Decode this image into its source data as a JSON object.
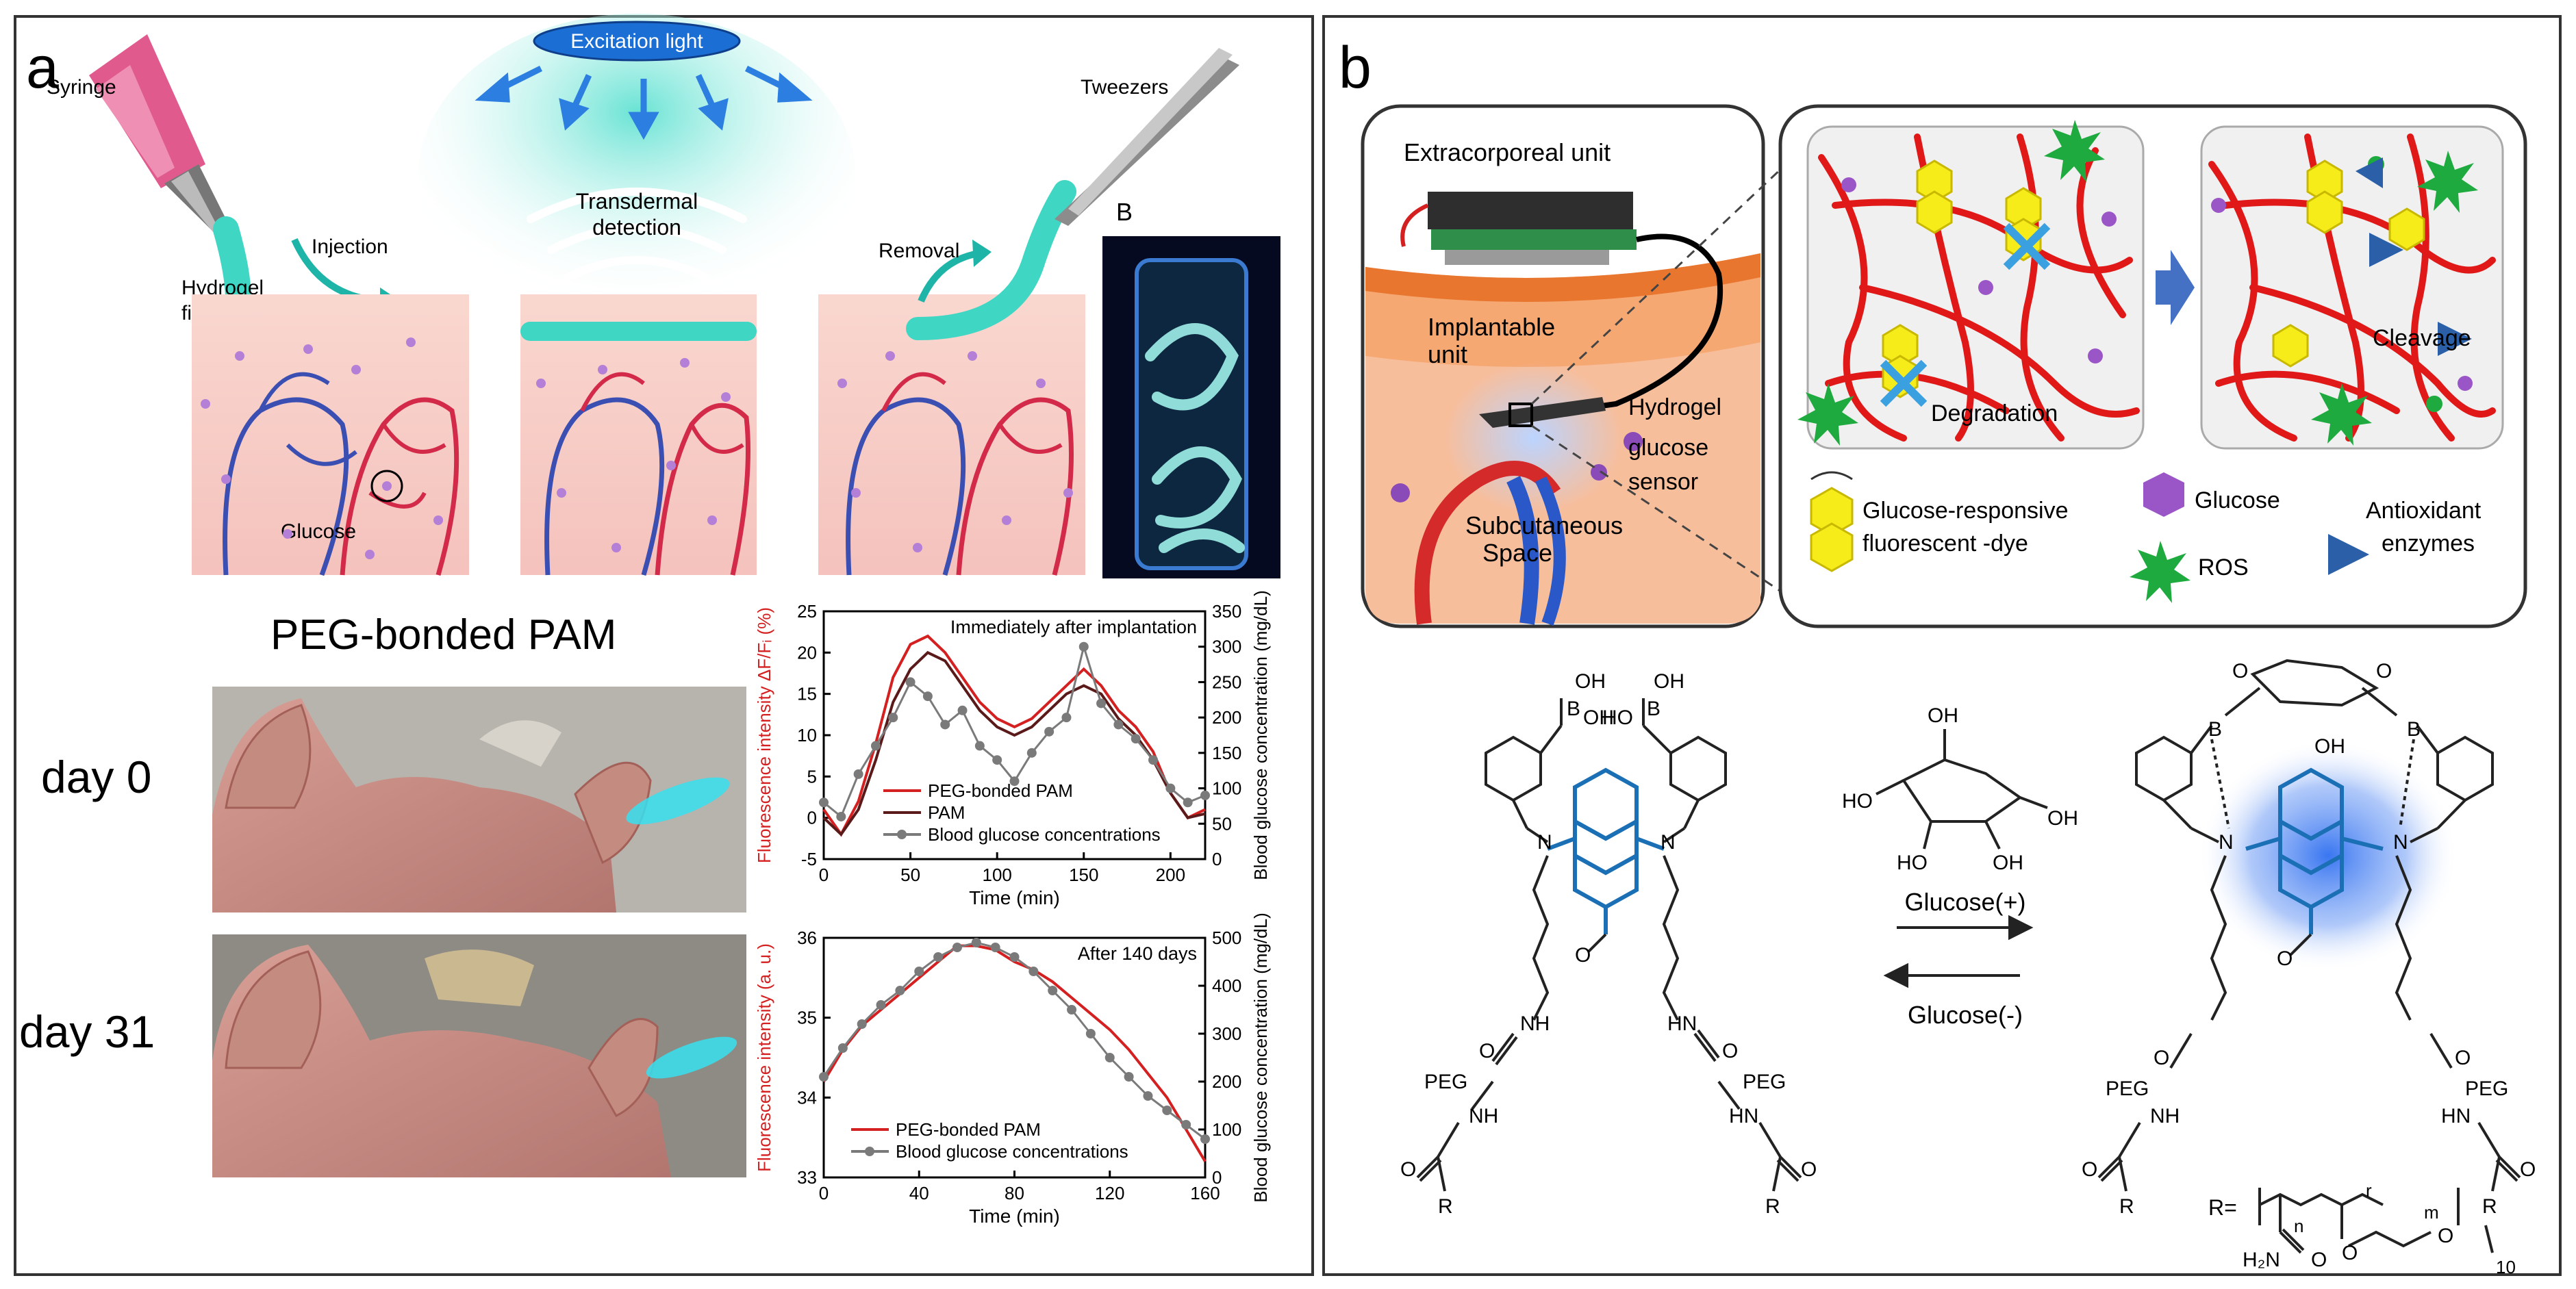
{
  "panel_a": {
    "letter": "a",
    "scheme": {
      "syringe": "Syringe",
      "excitation": "Excitation light",
      "tweezers": "Tweezers",
      "injection": "Injection",
      "hydrogel_fiber": [
        "Hydrogel",
        "fiber"
      ],
      "transdermal": [
        "Transdermal",
        "detection"
      ],
      "removal": "Removal",
      "inset_letter": "B",
      "glucose": "Glucose"
    },
    "photo_title": "PEG-bonded PAM",
    "day0": "day 0",
    "day31": "day 31"
  },
  "panel_b": {
    "letter": "b",
    "extracorporeal": "Extracorporeal unit",
    "implantable": [
      "Implantable",
      "unit"
    ],
    "hydrogel_sensor": [
      "Hydrogel",
      "glucose",
      "sensor"
    ],
    "subcutaneous": [
      "Subcutaneous",
      "Space"
    ],
    "degradation": "Degradation",
    "cleavage": "Cleavage",
    "legend": {
      "dye": [
        "Glucose-responsive",
        "fluorescent -dye"
      ],
      "glucose": "Glucose",
      "ros": "ROS",
      "enzymes": [
        "Antioxidant",
        "enzymes"
      ]
    },
    "chem": {
      "glucose_plus": "Glucose(+)",
      "glucose_minus": "Glucose(-)",
      "B": "B",
      "OH": "OH",
      "HO": "HO",
      "N": "N",
      "NH": "NH",
      "HN": "HN",
      "O": "O",
      "PEG": "PEG",
      "R": "R",
      "R_eq": "R=",
      "H2N": "H₂N",
      "n": "n",
      "m": "m",
      "r": "r",
      "ten": "10"
    }
  },
  "colors": {
    "red": "#d42020",
    "blue": "#1a6fb5",
    "grey": "#7a7a7a",
    "teal": "#3fd6c4"
  },
  "chart_data": [
    {
      "type": "line",
      "title": "Immediately after implantation",
      "xlabel": "Time (min)",
      "ylabel": "Fluorescence intensity ΔF/Fᵢ (%)",
      "y2label": "Blood glucose concentration (mg/dL)",
      "xlim": [
        0,
        220
      ],
      "ylim": [
        -5,
        25
      ],
      "y2lim": [
        0,
        350
      ],
      "xticks": [
        "0",
        "50",
        "100",
        "150",
        "200"
      ],
      "yticks": [
        "-5",
        "0",
        "5",
        "10",
        "15",
        "20",
        "25"
      ],
      "y2ticks": [
        "0",
        "50",
        "100",
        "150",
        "200",
        "250",
        "300",
        "350"
      ],
      "legend_position": "bottom-right",
      "series": [
        {
          "name": "PEG-bonded PAM",
          "color": "#d42020",
          "axis": "left",
          "x": [
            0,
            10,
            20,
            30,
            40,
            50,
            60,
            70,
            80,
            90,
            100,
            110,
            120,
            130,
            140,
            150,
            160,
            170,
            180,
            190,
            200,
            210,
            220
          ],
          "y": [
            1,
            -2,
            2,
            9,
            17,
            21,
            22,
            20,
            17,
            14,
            12,
            11,
            12,
            14,
            16,
            18,
            16,
            13,
            11,
            8,
            3,
            0,
            1
          ]
        },
        {
          "name": "PAM",
          "color": "#5b1a1a",
          "axis": "left",
          "x": [
            0,
            10,
            20,
            30,
            40,
            50,
            60,
            70,
            80,
            90,
            100,
            110,
            120,
            130,
            140,
            150,
            160,
            170,
            180,
            190,
            200,
            210,
            220
          ],
          "y": [
            0,
            -2,
            1,
            7,
            14,
            18,
            20,
            19,
            16,
            13,
            11,
            10,
            11,
            13,
            15,
            16,
            15,
            12,
            10,
            7,
            3,
            0,
            0.5
          ]
        },
        {
          "name": "Blood glucose concentrations",
          "color": "#7a7a7a",
          "axis": "right",
          "x": [
            0,
            10,
            20,
            30,
            40,
            50,
            60,
            70,
            80,
            90,
            100,
            110,
            120,
            130,
            140,
            150,
            160,
            170,
            180,
            190,
            200,
            210,
            220
          ],
          "y": [
            80,
            60,
            120,
            160,
            200,
            250,
            230,
            190,
            210,
            160,
            140,
            110,
            150,
            180,
            200,
            300,
            220,
            190,
            170,
            140,
            100,
            80,
            90
          ]
        }
      ]
    },
    {
      "type": "line",
      "title": "After 140 days",
      "xlabel": "Time (min)",
      "ylabel": "Fluorescence intensity (a. u.)",
      "y2label": "Blood glucose concentration (mg/dL)",
      "xlim": [
        0,
        160
      ],
      "ylim": [
        33,
        36
      ],
      "y2lim": [
        0,
        500
      ],
      "xticks": [
        "0",
        "40",
        "80",
        "120",
        "160"
      ],
      "yticks": [
        "33",
        "34",
        "35",
        "36"
      ],
      "y2ticks": [
        "0",
        "100",
        "200",
        "300",
        "400",
        "500"
      ],
      "legend_position": "bottom-left",
      "series": [
        {
          "name": "PEG-bonded PAM",
          "color": "#d42020",
          "axis": "left",
          "x": [
            0,
            8,
            16,
            24,
            32,
            40,
            48,
            56,
            64,
            72,
            80,
            88,
            96,
            104,
            112,
            120,
            128,
            136,
            144,
            152,
            160
          ],
          "y": [
            34.2,
            34.6,
            34.9,
            35.1,
            35.3,
            35.5,
            35.7,
            35.9,
            35.9,
            35.85,
            35.7,
            35.6,
            35.45,
            35.25,
            35.05,
            34.85,
            34.6,
            34.3,
            34.0,
            33.6,
            33.2
          ]
        },
        {
          "name": "Blood glucose concentrations",
          "color": "#7a7a7a",
          "axis": "right",
          "x": [
            0,
            8,
            16,
            24,
            32,
            40,
            48,
            56,
            64,
            72,
            80,
            88,
            96,
            104,
            112,
            120,
            128,
            136,
            144,
            152,
            160
          ],
          "y": [
            210,
            270,
            320,
            360,
            390,
            430,
            460,
            480,
            490,
            480,
            460,
            430,
            390,
            350,
            300,
            250,
            210,
            170,
            140,
            110,
            80
          ]
        }
      ]
    }
  ]
}
